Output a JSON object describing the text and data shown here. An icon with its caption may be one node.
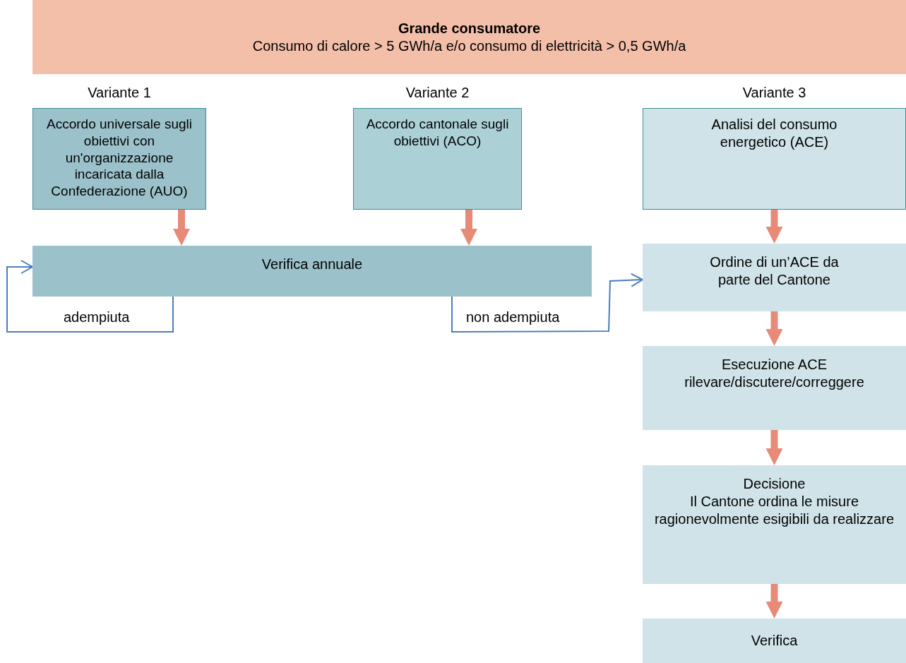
{
  "diagram": {
    "nodes": [
      {
        "text": [
          "Grande consumatore",
          "Consumo di calore > 5 GWh/a e/o consumo di elettricità > 0,5 GWh/a"
        ]
      },
      {
        "text": [
          "Accordo universale sugli obiettivi con un'organizzazione incaricata dalla Confederazione (AUO)"
        ],
        "beside": [
          "Variante 1"
        ]
      },
      {
        "text": [
          "Accordo cantonale sugli obiettivi (ACO)"
        ],
        "beside": [
          "Variante 2"
        ]
      },
      {
        "text": [
          "Analisi del consumo energetico (ACE)"
        ],
        "beside": [
          "Variante 3"
        ]
      },
      {
        "text": [
          "Verifica annuale"
        ]
      },
      {
        "text": [
          "Ordine di un’ACE da parte del Cantone"
        ]
      },
      {
        "text": [
          "Esecuzione ACE",
          "rilevare/discutere/correggere"
        ]
      },
      {
        "text": [
          "Decisione",
          "Il Cantone ordina le misure ragionevolmente esigibili da realizzare"
        ]
      },
      {
        "text": [
          "Verifica"
        ]
      }
    ],
    "edges": [
      {
        "from": 1,
        "to": 4,
        "arrow": "to"
      },
      {
        "from": 2,
        "to": 4,
        "arrow": "to"
      },
      {
        "from": 4,
        "to": 4,
        "arrow": "to",
        "label": "adempiuta",
        "color": "#4a7ebf"
      },
      {
        "from": 4,
        "to": 5,
        "arrow": "to",
        "label": "non adempiuta",
        "color": "#4a7ebf"
      },
      {
        "from": 3,
        "to": 5,
        "arrow": "to"
      },
      {
        "from": 5,
        "to": 6,
        "arrow": "to"
      },
      {
        "from": 6,
        "to": 7,
        "arrow": "to"
      },
      {
        "from": 7,
        "to": 8,
        "arrow": "to"
      }
    ]
  }
}
